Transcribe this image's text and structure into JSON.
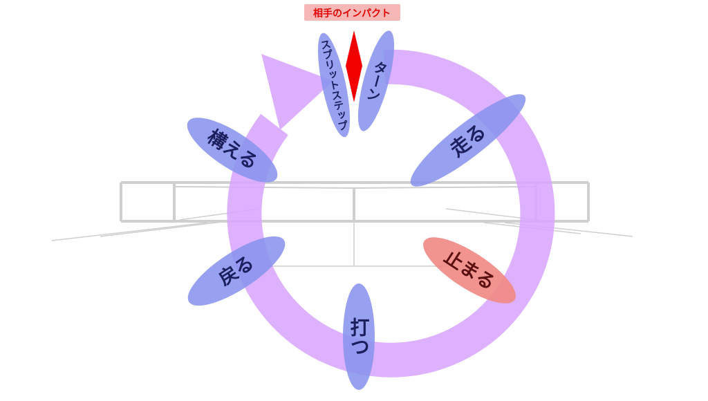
{
  "colors": {
    "ring": "#d9a6ff",
    "phase_pill": "#8a93ee",
    "stop_pill": "#f08a85",
    "impact_marker": "#f20000",
    "court_lines": "#cfcfcf",
    "label_bg": "#f6b7b7",
    "label_text": "#e00000"
  },
  "impact_label": "相手のインパクト",
  "phases": {
    "split_step": "スプリットステップ",
    "turn": "ターン",
    "run": "走る",
    "stop": "止まる",
    "hit": "打つ",
    "return": "戻る",
    "ready": "構える"
  },
  "icons": {
    "cycle_arrow": "clockwise-arrow",
    "impact_marker": "red-diamond",
    "court": "tennis-court-net"
  }
}
